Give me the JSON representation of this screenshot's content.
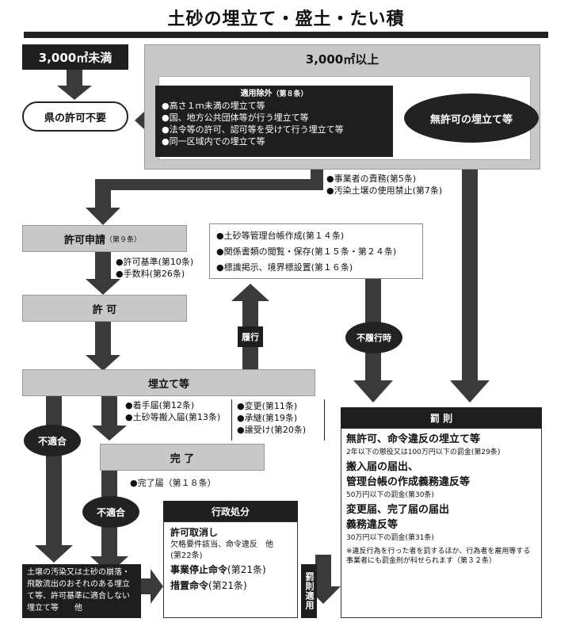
{
  "title": "土砂の埋立て・盛土・たい積",
  "under_3000": "3,000㎡未満",
  "over_3000": "3,000㎡以上",
  "no_permit_needed": "県の許可不要",
  "exemptions": {
    "heading": "適用除外",
    "heading_ref": "（第８条）",
    "items": [
      "●高さ１ｍ未満の埋立て等",
      "●国、地方公共団体等が行う埋立て等",
      "●法令等の許可、認可等を受けて行う埋立て等",
      "●同一区域内での埋立て等"
    ]
  },
  "unlicensed": "無許可の埋立て等",
  "duties": [
    "●事業者の責務(第5条)",
    "●汚染土壌の使用禁止(第7条)"
  ],
  "application": {
    "label": "許可申請",
    "ref": "（第９条）"
  },
  "application_notes": [
    "●許可基準(第10条)",
    "●手数料(第26条)"
  ],
  "obligations": [
    "●土砂等管理台帳作成(第１４条)",
    "●関係書類の閲覧・保存(第１５条・第２４条)",
    "●標識掲示、境界標設置(第１６条)"
  ],
  "permit": "許 可",
  "fulfill": "履行",
  "nonfulfill": "不履行時",
  "reclamation": "埋立て等",
  "start_notes": [
    "●着手届(第12条)",
    "●土砂等搬入届(第13条)"
  ],
  "change_notes": [
    "●変更(第11条)",
    "●承継(第19条)",
    "●譲受け(第20条)"
  ],
  "completion": "完 了",
  "completion_note": "●完了届（第１８条）",
  "nonconform": "不適合",
  "admin": {
    "label": "行政処分",
    "revoke": "許可取消し",
    "revoke_sub": "欠格要件該当、命令違反　他",
    "revoke_ref": "(第22条)",
    "stop_bold": "事業停止命令",
    "stop_ref": "(第21条)",
    "measure_bold": "措置命令",
    "measure_ref": "(第21条)"
  },
  "pollution_text": "土壌の汚染又は土砂の崩落・飛散流出のおそれのある埋立て等、許可基準に適合しない埋立て等　　他",
  "penalty_apply": "罰則適用",
  "penalties": {
    "label": "罰 則",
    "p1_title": "無許可、命令違反の埋立て等",
    "p1_note": "2年以下の懲役又は100万円以下の罰金(第29条)",
    "p2_title_a": "搬入届の届出、",
    "p2_title_b": "管理台帳の作成義務違反等",
    "p2_note": "50万円以下の罰金(第30条)",
    "p3_title_a": "変更届、完了届の届出",
    "p3_title_b": "義務違反等",
    "p3_note": "30万円以下の罰金(第31条)",
    "footnote": "※違反行為を行った者を罰するほか、行為者を雇用等する事業者にも罰金刑が科せられます（第３２条）"
  }
}
